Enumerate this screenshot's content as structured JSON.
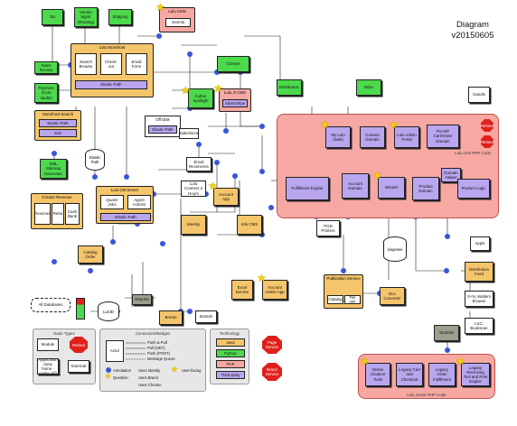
{
  "header": {
    "title": "Diagram",
    "version": "v20150605"
  },
  "nodes": {
    "tax": "Tax",
    "vendor": "Vendor Mgmt (Routing)",
    "shipping": "Shipping",
    "lulu_cms_small": "Lulu CMS",
    "joomla": "Joomla",
    "lulu_storefront": "Lulu Storefront",
    "search_browse": "Search Browse",
    "checkout": "Check- out",
    "email_form": "Email Form",
    "elastic_path": "Elastic Path",
    "sales_review": "Sales Review",
    "payment": "Payment (Cont Vaults)",
    "storefront_search": "Storefront Search",
    "solr": "Solr",
    "xml_sitemap": "XML Sitemap Generator",
    "creator_revenue": "Creator Revenue",
    "revenue": "Revenue",
    "reba": "Reba",
    "cash_bank": "Cash Bank",
    "lulu_cm_server": "Lulu CM Server",
    "quartz_jobs": "Quartz Jobs",
    "agent_actions": "Agent Actions",
    "catalog_order": "Catalog Order",
    "clorsen": "Clorsen",
    "author_spotlight": "Author Spotlight",
    "lulu_jr_cms": "Lulu Jr CMS",
    "silverstripe": "SilverStripe",
    "off_disk": "Off Disk",
    "salesforce": "Salesforce",
    "email_reciepients": "Email Recievents",
    "lulu_connect": "Lulu Connect 3 Hours",
    "account_app": "Account App",
    "identity": "Identity",
    "info_cms": "Info CMS",
    "distribution": "Distribution",
    "iedu": "IEDu",
    "lulu_php_label": "Lulu.com PHP Code",
    "my_lulu": "My Lulu (Sale)",
    "content_domain": "Content Domain",
    "lulu_admin_portal": "Lulu Admin Portal",
    "pre_ep": "Pre-EP Cart/Order Domain",
    "fulfillment_engine": "Fulfillment Engine",
    "account_domain": "Account Domain",
    "wizard": "Wizard",
    "product_domain": "Product Domain",
    "domain_helper": "Domain Helper",
    "product_logic": "Product Logic",
    "pod_printers": "POD Printers",
    "lulupress": "lulupress",
    "gandis": "Gandis",
    "apple": "Apple",
    "distribution_feed": "Distribution Feed",
    "partners": "S+N, Walters Browse",
    "lsc": "LSC, Bookscan",
    "publication_service": "Publication Service",
    "catalog": "Catalog",
    "file_api": "File API",
    "doc_converter": "Doc Converter",
    "all_databases": "All Databases",
    "lulu_db": "LuCID",
    "reports": "Reports",
    "bronto": "Bronto",
    "brands": "Brands",
    "excel_service": "Excel Service",
    "account_admin_app": "Account Admin App",
    "wotrails": "Wotrails",
    "lulu_junior_label": "Lulu Junior PHP Code",
    "online_creation": "Online Creation Tools",
    "legacy_cart": "Legacy Cart and Checkout",
    "legacy_order": "Legacy Order Fulfillment",
    "legacy_receiving": "Legacy Receiving Tool and Print Engine"
  },
  "octagons": {
    "top": "Retired",
    "bottom": "Retired"
  },
  "legends": {
    "node_types": {
      "title": "Node Types",
      "module": "Module",
      "retired": "Retired",
      "app_running": "Application (new home - under old)",
      "external": "External"
    },
    "connectors": {
      "title": "Connectors/Badges",
      "actor": "Actor",
      "rows": [
        "Push & Pull",
        "Pull (GET)",
        "Push (POST)",
        "Message Queue"
      ],
      "annotation": "Annotation",
      "question": "Question",
      "uses_identity": "Uses Identity",
      "uses_brand": "Uses Brand",
      "uses_chrome": "Uses Chrome",
      "user_facing": "User-facing"
    },
    "technology": {
      "title": "Technology",
      "items": [
        "Java",
        "Python",
        "PHP",
        "Third-party"
      ]
    },
    "page_service": "Page Service",
    "brand_service": "Brand Service"
  },
  "colors": {
    "module_green": "#4cd94c",
    "java_orange": "#f5c56b",
    "php_purple": "#b9a6ef",
    "php_region": "#f7a8a2",
    "connector_blue": "#3a56d8",
    "retired_red": "#e0201b",
    "star_yellow": "#f5d000"
  },
  "icons": {
    "star": "star-icon",
    "badge_identity": "identity-badge-icon",
    "badge_brand": "brand-badge-icon",
    "badge_chrome": "chrome-badge-icon"
  }
}
